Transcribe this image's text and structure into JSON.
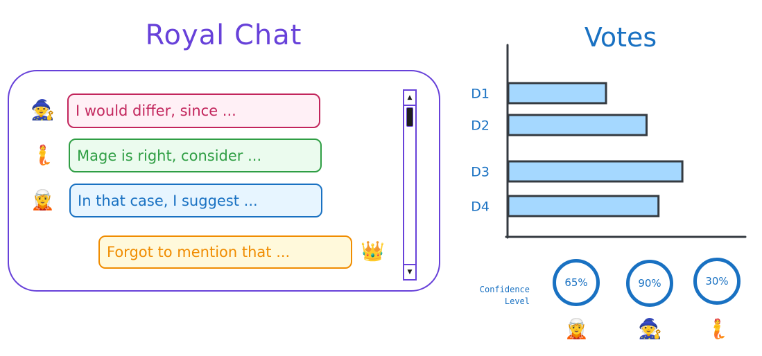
{
  "chat": {
    "title": "Royal Chat",
    "messages": [
      {
        "avatar": "🧙",
        "avatar_name": "mage",
        "text": "I would differ, since ...",
        "color": "#c2255c"
      },
      {
        "avatar": "🧜",
        "avatar_name": "merperson",
        "text": "Mage is right, consider ...",
        "color": "#2f9e44"
      },
      {
        "avatar": "🧝",
        "avatar_name": "elf",
        "text": "In that case, I suggest ...",
        "color": "#1971c2"
      },
      {
        "avatar": "👑",
        "avatar_name": "crown",
        "text": "Forgot to mention that ...",
        "color": "#f08c00"
      }
    ],
    "scrollbar": {
      "up": "▲",
      "down": "▼"
    }
  },
  "votes": {
    "title": "Votes",
    "confidence_label_line1": "Confidence",
    "confidence_label_line2": "Level",
    "confidence": [
      {
        "value": "65%",
        "avatar": "🧝",
        "avatar_name": "elf"
      },
      {
        "value": "90%",
        "avatar": "🧙",
        "avatar_name": "mage"
      },
      {
        "value": "30%",
        "avatar": "🧜",
        "avatar_name": "merperson"
      }
    ]
  },
  "chart_data": {
    "type": "bar",
    "orientation": "horizontal",
    "title": "Votes",
    "categories": [
      "D1",
      "D2",
      "D3",
      "D4"
    ],
    "values": [
      41,
      58,
      73,
      63
    ],
    "xlabel": "",
    "ylabel": "",
    "xlim": [
      0,
      100
    ],
    "grid": false,
    "bar_color": "#a5d8ff",
    "bar_stroke": "#343a40",
    "note": "no value axis ticks shown; values are relative bar lengths as percent of axis length"
  }
}
